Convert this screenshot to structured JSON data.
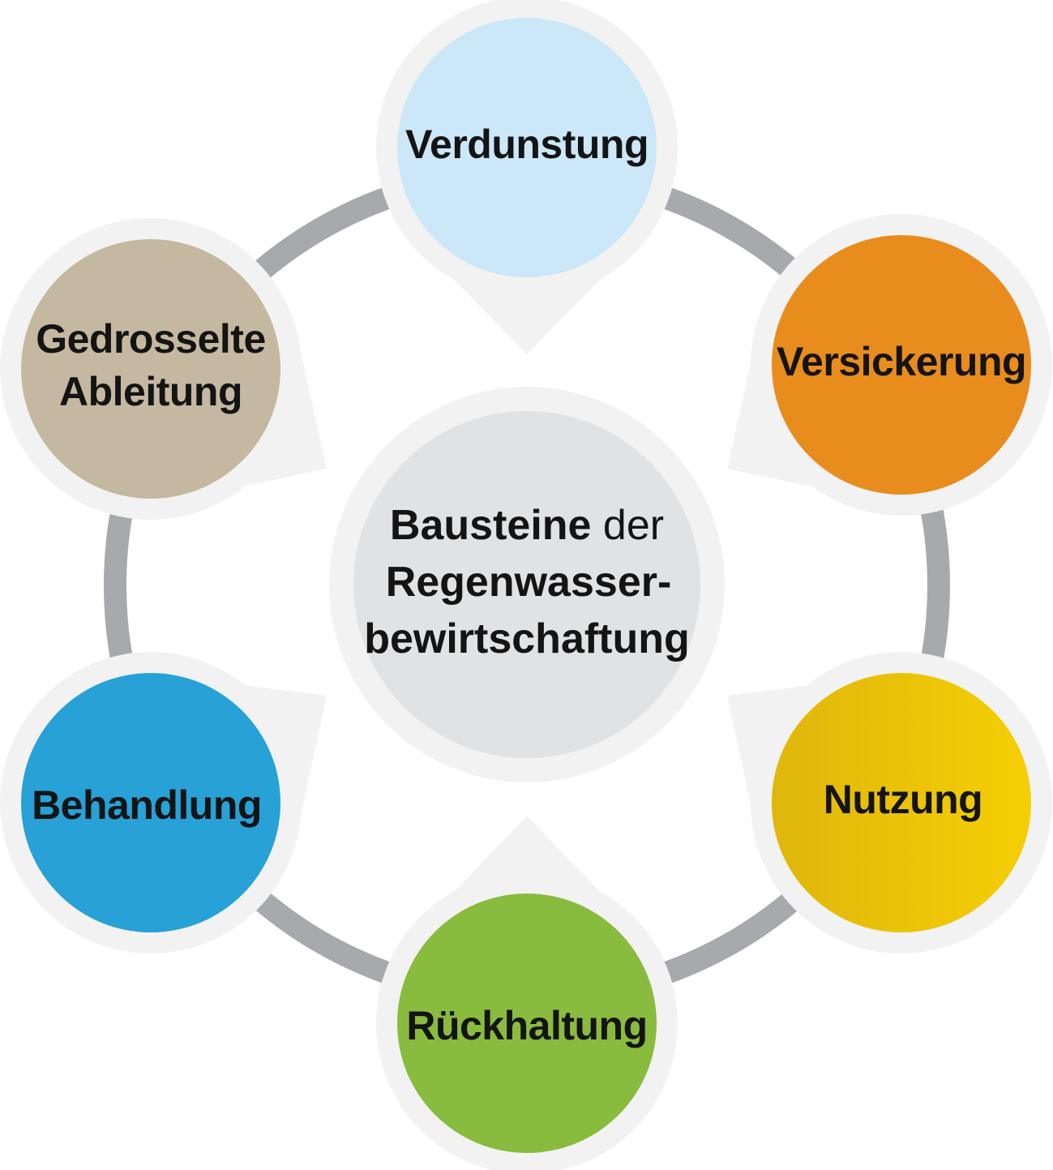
{
  "center": {
    "line1_bold": "Bausteine",
    "line1_rest": " der",
    "line2": "Regenwasser-",
    "line3": "bewirtschaftung"
  },
  "nodes": [
    {
      "id": "verdunstung",
      "label": "Verdunstung",
      "color": "#cbe7f8"
    },
    {
      "id": "versickerung",
      "label": "Versickerung",
      "color": "#e88c1e"
    },
    {
      "id": "nutzung",
      "label": "Nutzung",
      "color": "#efc40a"
    },
    {
      "id": "rueckhaltung",
      "label": "Rückhaltung",
      "color": "#89bb3f"
    },
    {
      "id": "behandlung",
      "label": "Behandlung",
      "color": "#27a1d6"
    },
    {
      "id": "gedrosselte-ableitung",
      "label_line1": "Gedrosselte",
      "label_line2": "Ableitung",
      "color": "#c5b8a0"
    }
  ],
  "colors": {
    "ring": "#a7a9ac",
    "halo": "#f2f2f2",
    "center_fill": "#e1e2e4",
    "text": "#141414"
  }
}
